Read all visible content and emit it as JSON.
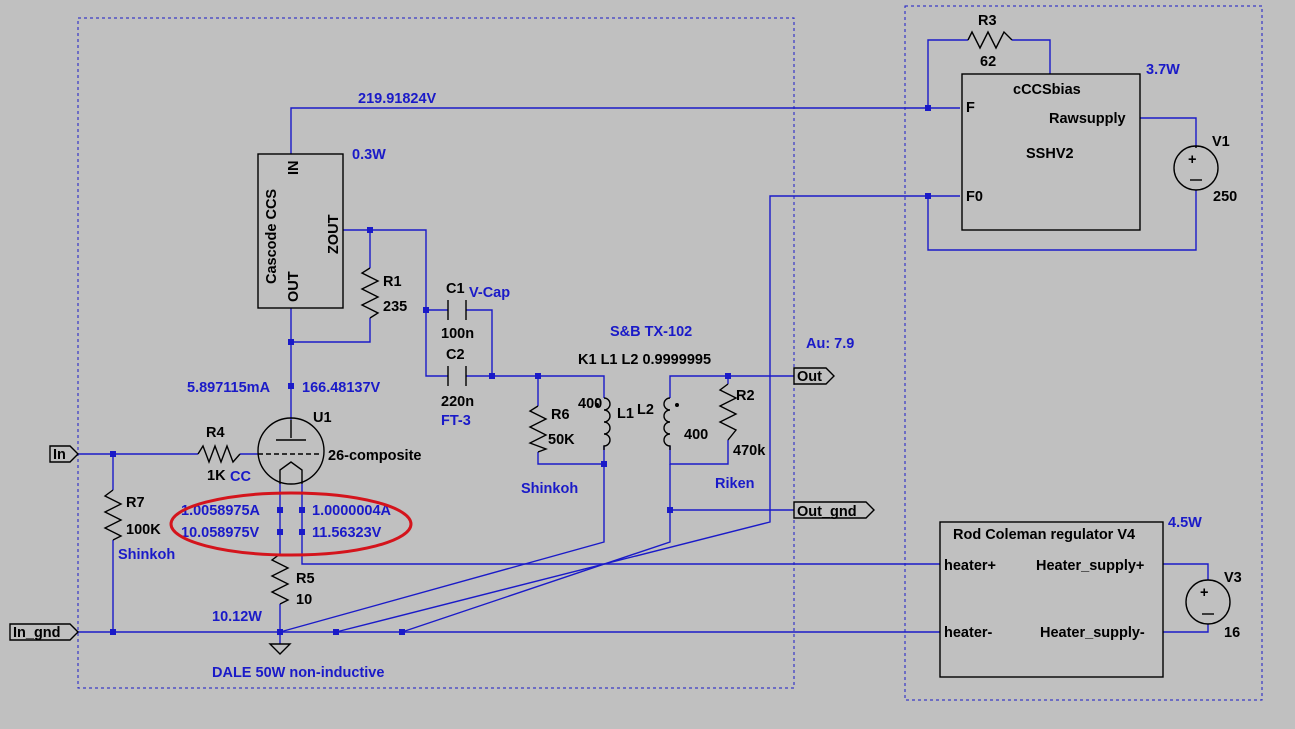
{
  "components": {
    "r1": {
      "ref": "R1",
      "value": "235"
    },
    "r2": {
      "ref": "R2",
      "value": "470k"
    },
    "r3": {
      "ref": "R3",
      "value": "62"
    },
    "r4": {
      "ref": "R4",
      "value": "1K"
    },
    "r5": {
      "ref": "R5",
      "value": "10"
    },
    "r6": {
      "ref": "R6",
      "value": "50K"
    },
    "r7": {
      "ref": "R7",
      "value": "100K"
    },
    "c1": {
      "ref": "C1",
      "value": "100n"
    },
    "c2": {
      "ref": "C2",
      "value": "220n"
    },
    "u1": {
      "ref": "U1",
      "value": "26-composite"
    },
    "l1": {
      "ref": "L1",
      "value": "400"
    },
    "l2": {
      "ref": "L2",
      "value": "400"
    },
    "v1": {
      "ref": "V1",
      "value": "250"
    },
    "v3": {
      "ref": "V3",
      "value": "16"
    }
  },
  "ccs": {
    "title": "Cascode CCS",
    "pin_in": "IN",
    "pin_out": "OUT",
    "pin_zout": "ZOUT"
  },
  "psu": {
    "title": "cCCSbias",
    "subtitle": "SSHV2",
    "pin_f": "F",
    "pin_f0": "F0",
    "pin_raw": "Rawsupply"
  },
  "reg": {
    "title": "Rod Coleman regulator V4",
    "pin_heater_pos": "heater+",
    "pin_heater_neg": "heater-",
    "pin_supply_pos": "Heater_supply+",
    "pin_supply_neg": "Heater_supply-"
  },
  "coupling": "K1 L1 L2 0.9999995",
  "ports": {
    "in": "In",
    "in_gnd": "In_gnd",
    "out": "Out",
    "out_gnd": "Out_gnd"
  },
  "annotations": {
    "supply_voltage": "219.91824V",
    "ccs_power": "0.3W",
    "psu_power": "3.7W",
    "plate_current": "5.897115mA",
    "plate_voltage": "166.48137V",
    "c1_note": "V-Cap",
    "c2_note": "FT-3",
    "transformer": "S&B TX-102",
    "gain": "Au: 7.9",
    "r6_brand": "Shinkoh",
    "r2_brand": "Riken",
    "r7_brand": "Shinkoh",
    "grid_label": "CC",
    "fil_current_a": "1.0058975A",
    "fil_current_b": "1.0000004A",
    "fil_voltage_a": "10.058975V",
    "fil_voltage_b": "11.56323V",
    "r5_power": "10.12W",
    "r5_note": "DALE 50W non-inductive",
    "reg_power": "4.5W"
  },
  "colors": {
    "background": "#c0c0c0",
    "wire": "#1a1ac8",
    "component": "#000000",
    "highlight": "#d4141c"
  }
}
